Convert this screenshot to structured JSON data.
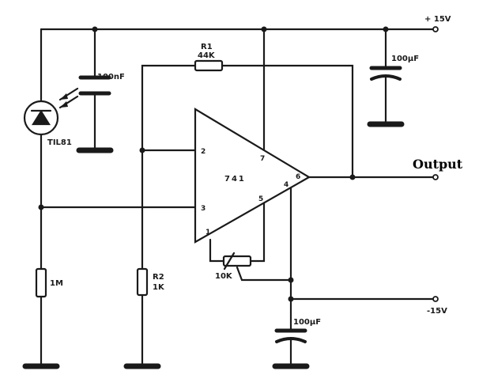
{
  "opamp": {
    "part": "741",
    "pins": {
      "p1": "1",
      "p2": "2",
      "p3": "3",
      "p4": "4",
      "p5": "5",
      "p6": "6",
      "p7": "7"
    }
  },
  "r1": {
    "ref": "R1",
    "value": "44K"
  },
  "r2": {
    "ref": "R2",
    "value": "1K"
  },
  "r_bias": {
    "value": "1M"
  },
  "pot": {
    "value": "10K"
  },
  "c_led": {
    "value": "100nF"
  },
  "c_top": {
    "value": "100µF"
  },
  "c_bottom": {
    "value": "100µF"
  },
  "led": {
    "part": "TIL81"
  },
  "supply": {
    "positive": "+ 15V",
    "negative": "-15V"
  },
  "output": {
    "label": "Output"
  }
}
